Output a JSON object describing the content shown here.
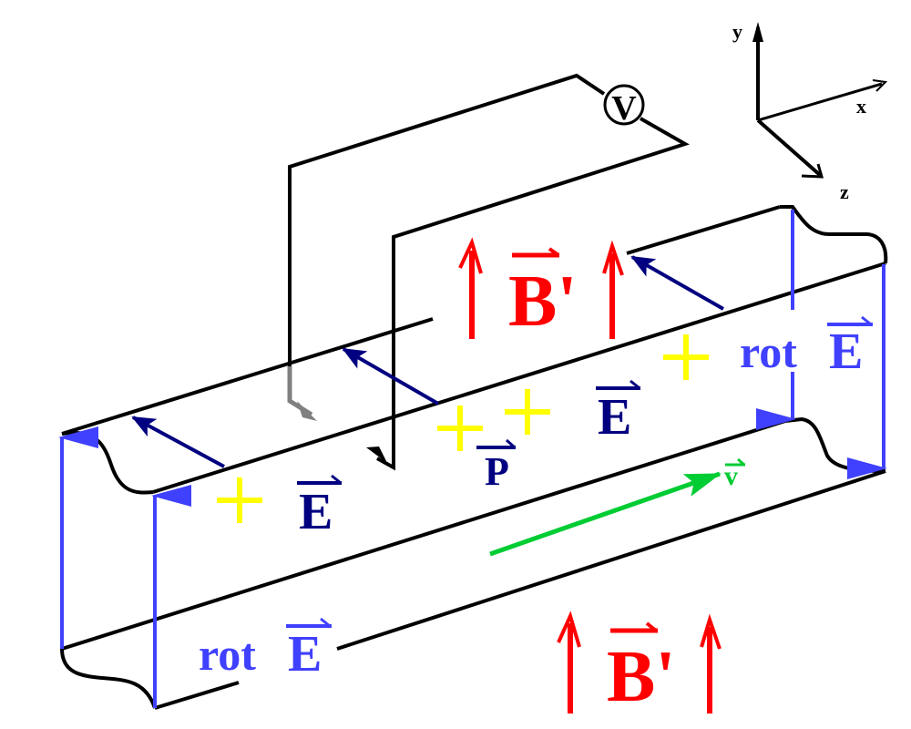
{
  "diagram": {
    "title": "Moving dielectric slab in magnetic field with voltmeter loop",
    "colors": {
      "outline": "#000000",
      "field_B": "#ff0000",
      "field_E": "#000080",
      "rot_E": "#4040ff",
      "velocity": "#00cc33",
      "charge": "#ffff00",
      "return_arrow": "#808080"
    },
    "axes": {
      "x_label": "x",
      "y_label": "y",
      "z_label": "z"
    },
    "voltmeter": {
      "label": "V",
      "icon": "voltmeter-icon"
    },
    "labels": {
      "B_top": "B'",
      "B_bottom": "B'",
      "E_center": "E",
      "E_left": "E",
      "P": "P",
      "v": "v",
      "rot_right_word": "rot",
      "rot_right_vec": "E",
      "rot_left_word": "rot",
      "rot_left_vec": "E"
    },
    "charges": {
      "symbol": "+",
      "count": 4
    }
  }
}
